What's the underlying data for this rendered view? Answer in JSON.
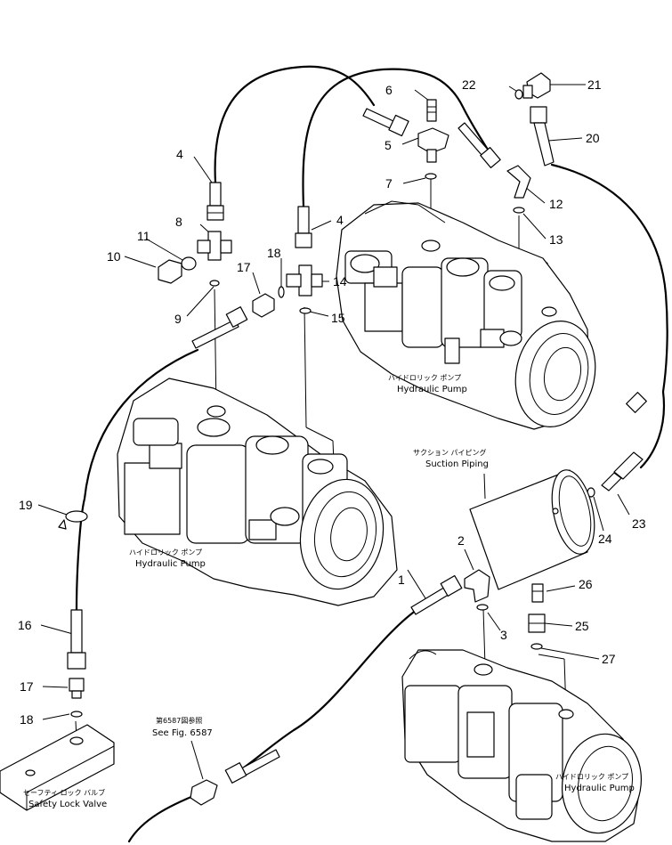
{
  "part_labels": [
    {
      "num": "1"
    },
    {
      "num": "2"
    },
    {
      "num": "3"
    },
    {
      "num": "4"
    },
    {
      "num": "4"
    },
    {
      "num": "5"
    },
    {
      "num": "6"
    },
    {
      "num": "7"
    },
    {
      "num": "8"
    },
    {
      "num": "9"
    },
    {
      "num": "10"
    },
    {
      "num": "11"
    },
    {
      "num": "12"
    },
    {
      "num": "13"
    },
    {
      "num": "14"
    },
    {
      "num": "15"
    },
    {
      "num": "16"
    },
    {
      "num": "17"
    },
    {
      "num": "17"
    },
    {
      "num": "18"
    },
    {
      "num": "18"
    },
    {
      "num": "19"
    },
    {
      "num": "20"
    },
    {
      "num": "21"
    },
    {
      "num": "22"
    },
    {
      "num": "23"
    },
    {
      "num": "24"
    },
    {
      "num": "25"
    },
    {
      "num": "26"
    },
    {
      "num": "27"
    }
  ],
  "callouts": {
    "pump_top": {
      "jp": "ハイドロリック ポンプ",
      "en": "Hydraulic Pump"
    },
    "pump_left": {
      "jp": "ハイドロリック ポンプ",
      "en": "Hydraulic Pump"
    },
    "pump_bottom": {
      "jp": "ハイドロリック ポンプ",
      "en": "Hydraulic Pump"
    },
    "suction": {
      "jp": "サクション パイピング",
      "en": "Suction Piping"
    },
    "safety": {
      "jp": "セーフティ ロック バルブ",
      "en": "Safety Lock Valve"
    },
    "see_fig": {
      "jp": "第6587図参照",
      "en": "See Fig. 6587"
    }
  }
}
